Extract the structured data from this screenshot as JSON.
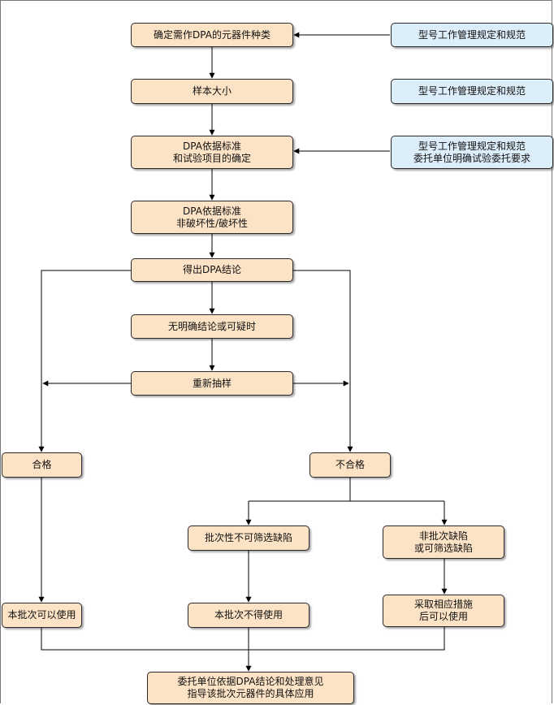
{
  "nodes": {
    "n1": "确定需作DPA的元器件种类",
    "n2": "样本大小",
    "n3": [
      "DPA依据标准",
      "和试验项目的确定"
    ],
    "n4": [
      "DPA依据标准",
      "非破坏性/破坏性"
    ],
    "n5": "得出DPA结论",
    "n6": "无明确结论或可疑时",
    "n7": "重新抽样",
    "pass": "合格",
    "fail": "不合格",
    "batch_defect": "批次性不可筛选缺陷",
    "non_batch": [
      "非批次缺陷",
      "或可筛选缺陷"
    ],
    "can_use": "本批次可以使用",
    "cannot_use": "本批次不得使用",
    "measures": [
      "采取相应措施",
      "后可以使用"
    ],
    "final": [
      "委托单位依据DPA结论和处理意见",
      "指导该批次元器件的具体应用"
    ]
  },
  "sources": {
    "s1": "型号工作管理规定和规范",
    "s2": "型号工作管理规定和规范",
    "s3": [
      "型号工作管理规定和规范",
      "委托单位明确试验委托要求"
    ]
  }
}
